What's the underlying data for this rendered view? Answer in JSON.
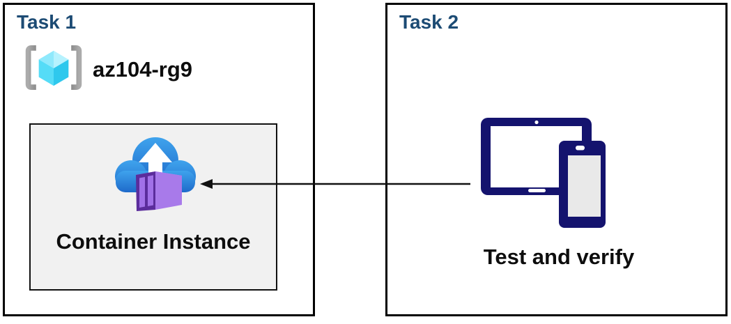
{
  "diagram": {
    "task1": {
      "title": "Task 1",
      "resource_group": {
        "name": "az104-rg9",
        "icon": "resource-group-icon"
      },
      "container_card": {
        "label": "Container Instance",
        "icon": "container-instance-icon",
        "fill": "#F1F1F1"
      }
    },
    "task2": {
      "title": "Task 2",
      "devices": {
        "label": "Test and verify",
        "icon": "devices-icon"
      }
    },
    "arrow": {
      "from": "devices-icon",
      "to": "container-instance-icon",
      "direction": "left"
    },
    "colors": {
      "heading_navy": "#1C4B74",
      "device_navy": "#14136E",
      "panel_border": "#000000",
      "card_fill": "#F1F1F1",
      "cloud_blue_top": "#3FA3ED",
      "cloud_blue_bottom": "#1E6ACA",
      "container_purple_dark": "#5B2D9C",
      "container_purple_light": "#A87AEA",
      "cube_cyan": "#55DCF7",
      "bracket_gray": "#9D9D9D"
    }
  }
}
